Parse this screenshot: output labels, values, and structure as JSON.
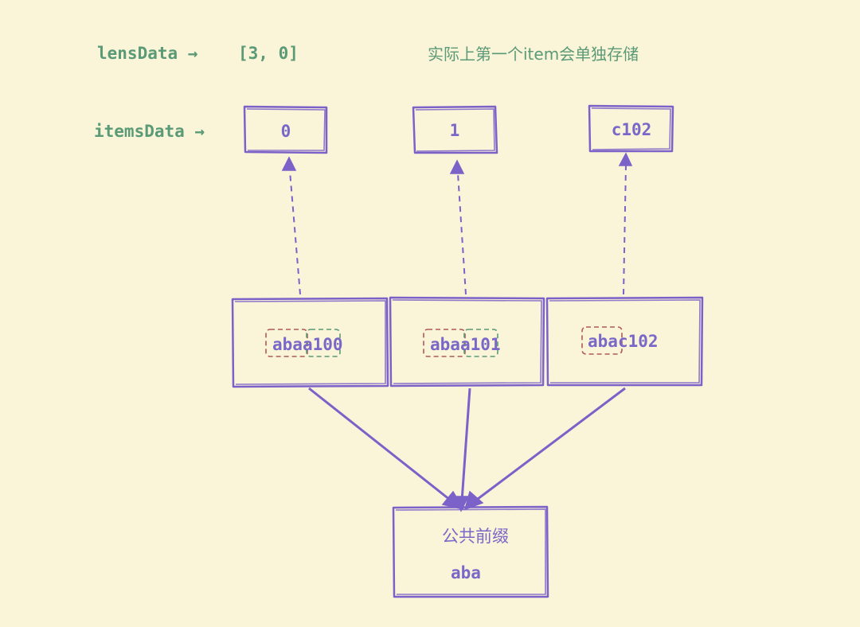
{
  "header": {
    "lens_label": "lensData →",
    "lens_value": "[3, 0]",
    "note": "实际上第一个item会单独存储"
  },
  "items_row": {
    "label": "itemsData →",
    "items": [
      "0",
      "1",
      "c102"
    ]
  },
  "entries": [
    {
      "prefix": "aba",
      "suffix": "a100"
    },
    {
      "prefix": "aba",
      "suffix": "a101"
    },
    {
      "prefix": "aba",
      "suffix": "c102"
    }
  ],
  "common_prefix": {
    "title": "公共前缀",
    "value": "aba"
  },
  "colors": {
    "background": "#faf4d8",
    "stroke": "#7b62c9",
    "green_text": "#5a9a76",
    "purple_text": "#7a68c8",
    "prefix_highlight": "#b05a5a",
    "suffix_highlight": "#5a9a76"
  }
}
